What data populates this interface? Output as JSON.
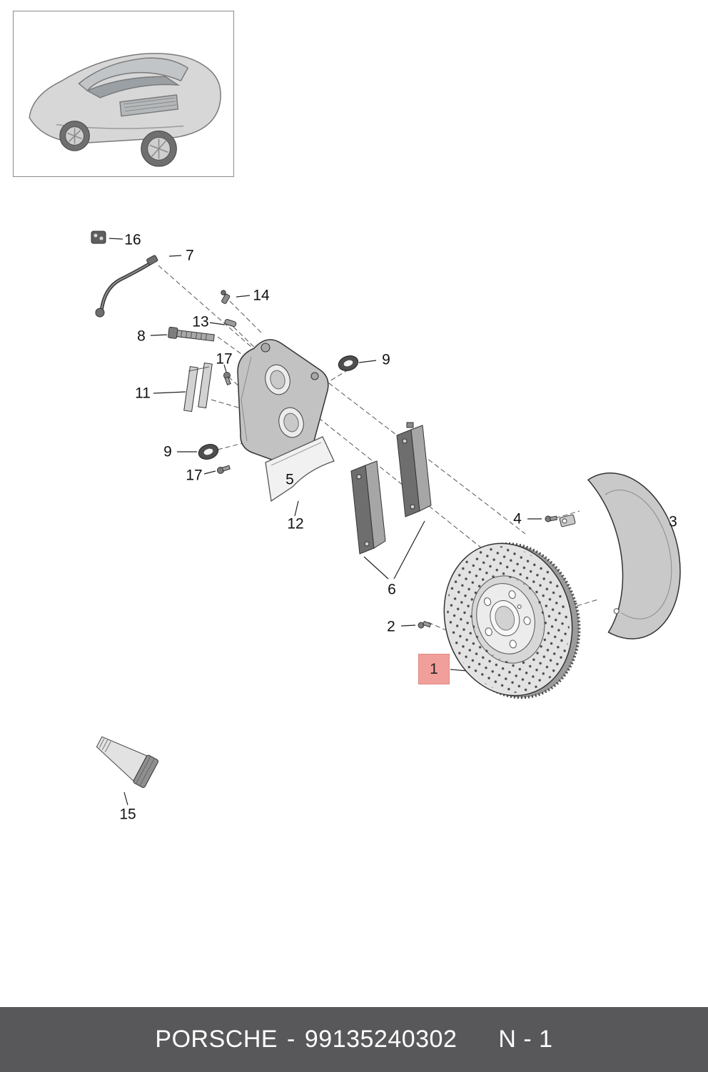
{
  "callouts": {
    "c1": "1",
    "c2": "2",
    "c3": "3",
    "c4": "4",
    "c5": "5",
    "c6": "6",
    "c7": "7",
    "c8": "8",
    "c9a": "9",
    "c9b": "9",
    "c11": "11",
    "c12": "12",
    "c13": "13",
    "c14": "14",
    "c15": "15",
    "c16": "16",
    "c17a": "17",
    "c17b": "17"
  },
  "highlight": {
    "color": "#f19f9b"
  },
  "footer": {
    "brand": "PORSCHE",
    "separator": "-",
    "part_number": "99135240302",
    "page_ref": "N - 1",
    "background": "#58585a",
    "text_color": "#ffffff"
  }
}
